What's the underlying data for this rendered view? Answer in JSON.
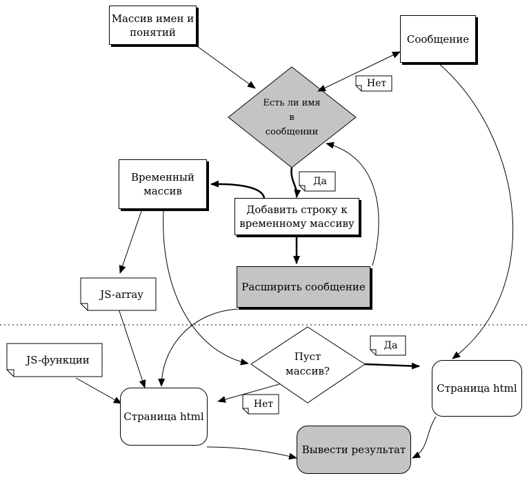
{
  "nodes": {
    "names_array": "Массив имен и\nпонятий",
    "message": "Сообщение",
    "decision_name": "Есть ли имя\nв\nсообщении",
    "temp_array": "Временный\nмассив",
    "add_string": "Добавить строку к\nвременному массиву",
    "expand_message": "Расширить сообщение",
    "js_array": "JS-array",
    "js_functions": "JS-функции",
    "decision_empty": "Пуст\nмассив?",
    "page_html_left": "Страница html",
    "page_html_right": "Страница html",
    "output_result": "Вывести  результат"
  },
  "labels": {
    "no_top": "Нет",
    "yes_top": "Да",
    "yes_right": "Да",
    "no_bottom": "Нет"
  },
  "colors": {
    "grey_fill": "#c4c4c4",
    "line": "#000000"
  }
}
